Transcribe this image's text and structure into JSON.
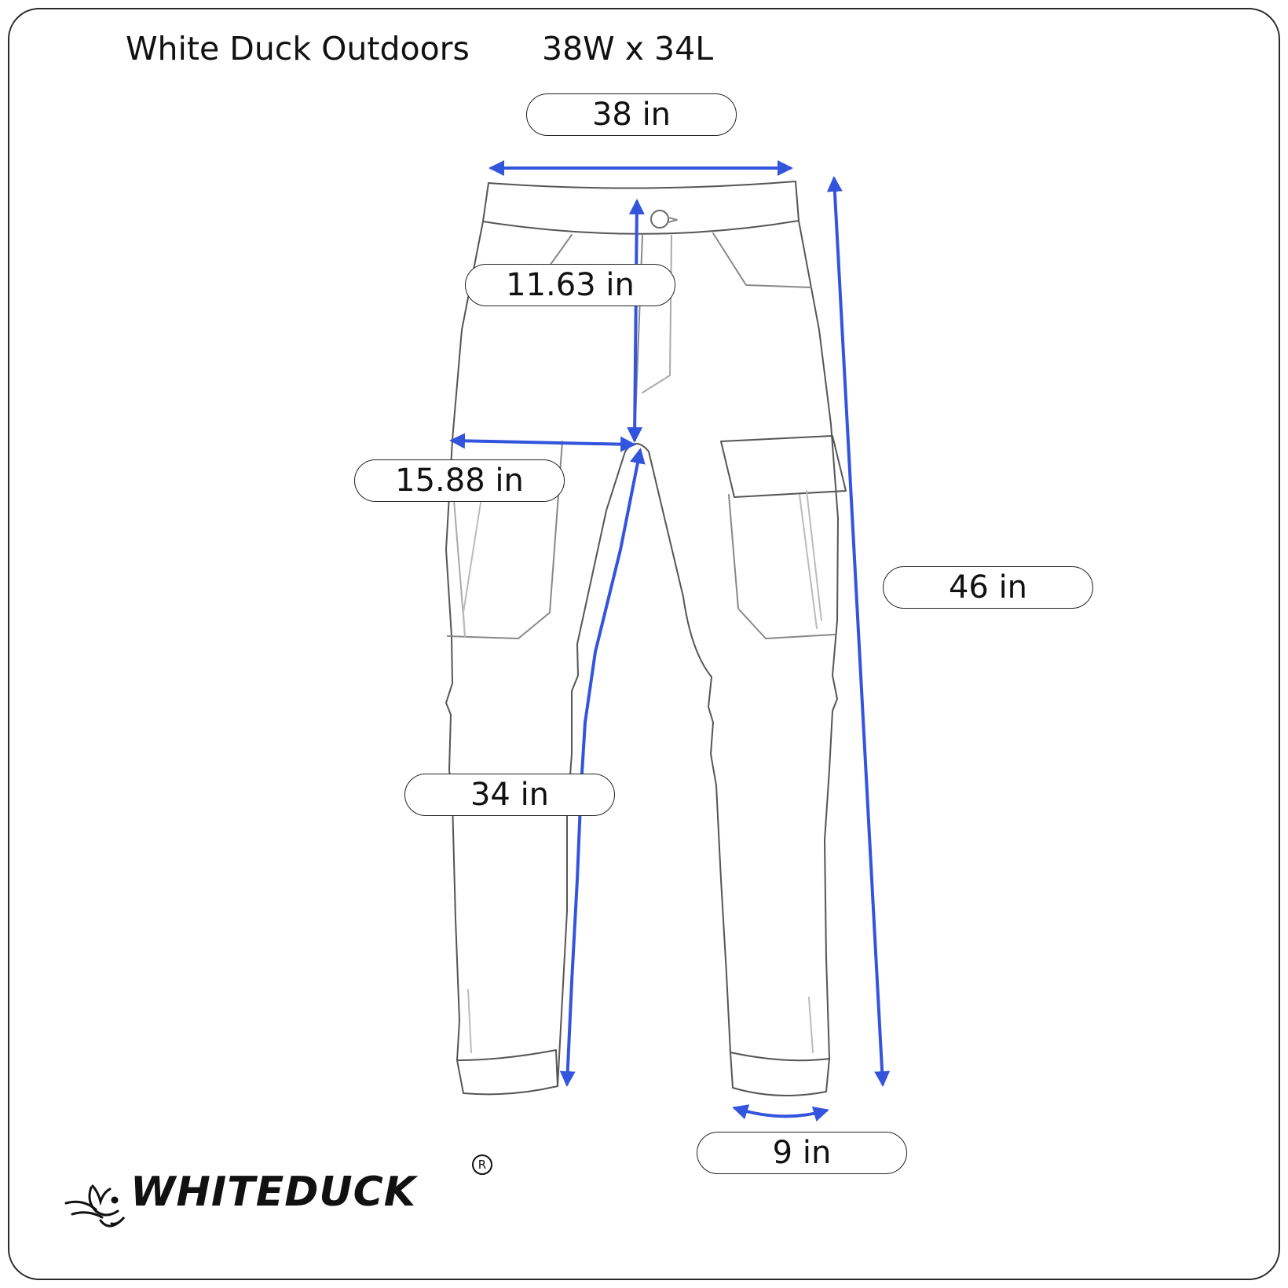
{
  "header": {
    "brand": "White Duck Outdoors",
    "size": "38W x 34L"
  },
  "measurements": {
    "waist": "38 in",
    "rise": "11.63 in",
    "thigh": "15.88 in",
    "outseam": "46 in",
    "inseam": "34 in",
    "leg_opening": "9 in"
  },
  "logo": {
    "text": "WHITEDUCK",
    "registered": "R"
  },
  "colors": {
    "arrow": "#3355dd",
    "outline": "#555555"
  }
}
